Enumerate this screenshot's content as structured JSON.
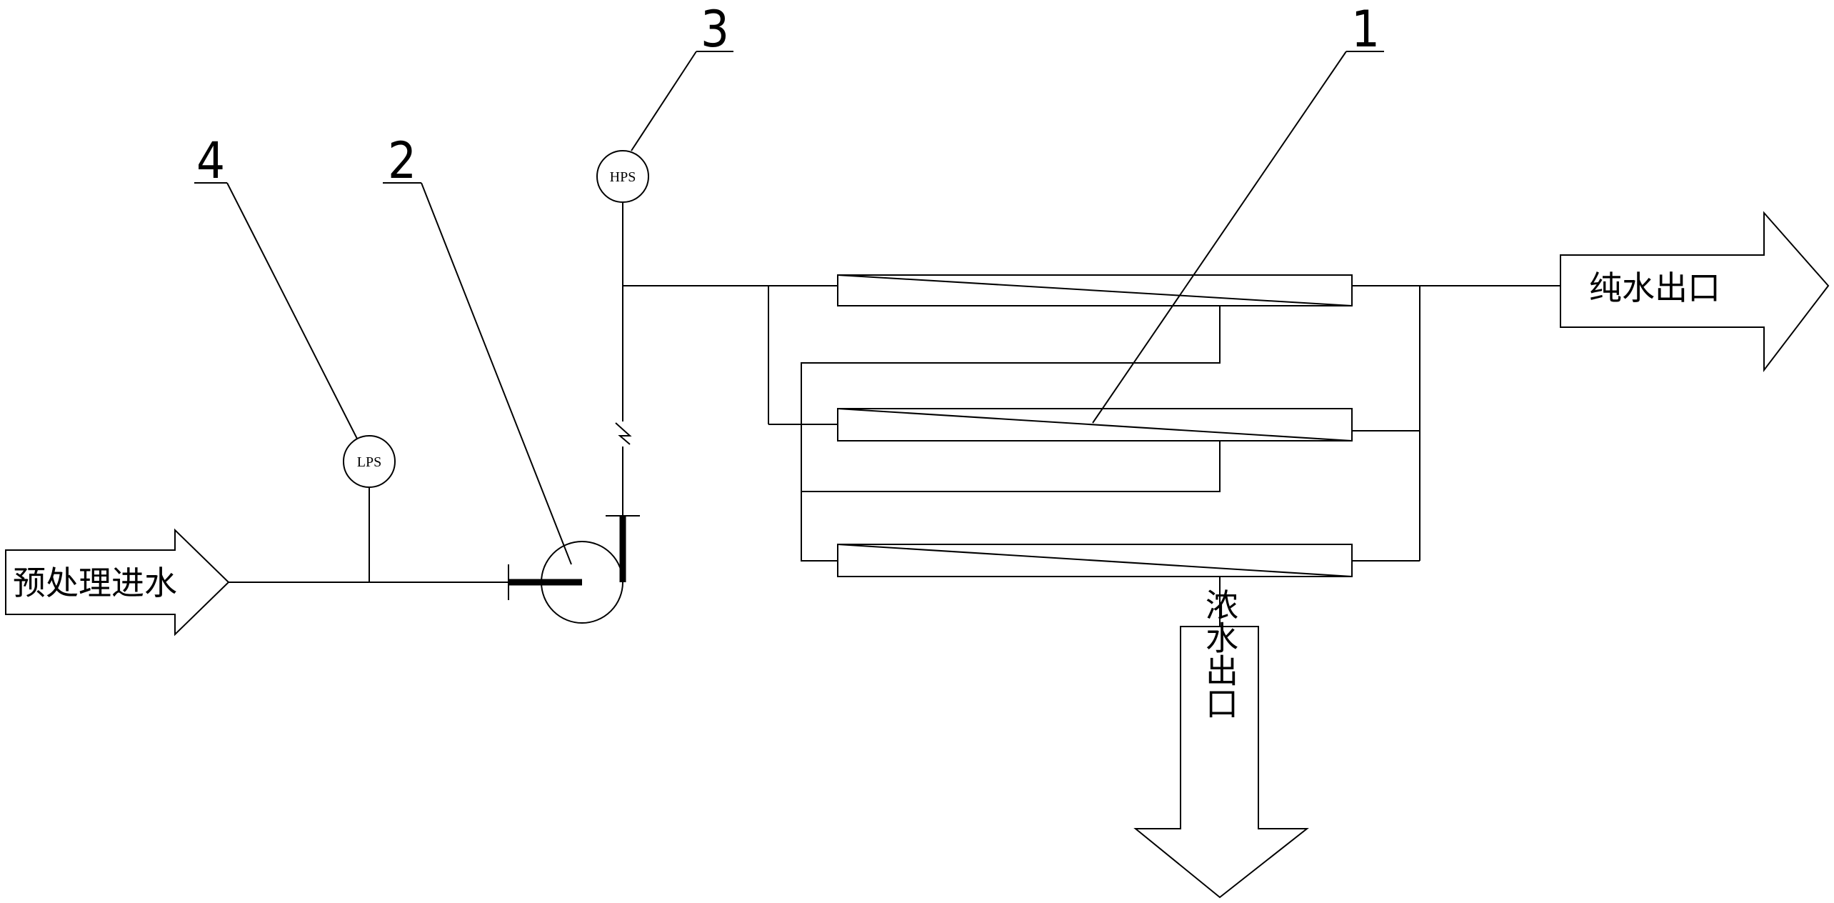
{
  "labels": {
    "one": "1",
    "two": "2",
    "three": "3",
    "four": "4"
  },
  "gauges": {
    "high_pressure": "HPS",
    "low_pressure": "LPS"
  },
  "flows": {
    "inlet": "预处理进水",
    "pure_outlet": "纯水出口",
    "concentrate_outlet": "浓水出口"
  }
}
